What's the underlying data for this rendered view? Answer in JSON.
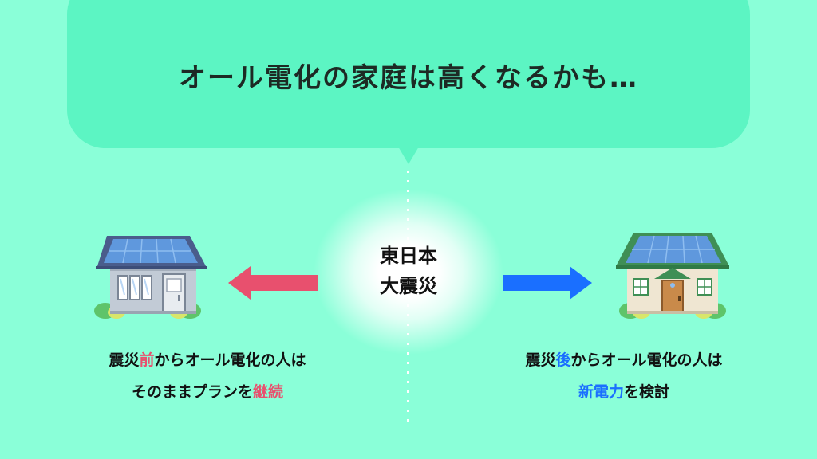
{
  "headline": "オール電化の家庭は高くなるかも…",
  "center": {
    "line1": "東日本",
    "line2": "大震災"
  },
  "left": {
    "line1_a": "震災",
    "line1_hl": "前",
    "line1_b": "からオール電化の人は",
    "line2_a": "そのままプランを",
    "line2_hl": "継続"
  },
  "right": {
    "line1_a": "震災",
    "line1_hl": "後",
    "line1_b": "からオール電化の人は",
    "line2_hl": "新電力",
    "line2_b": "を検討"
  },
  "colors": {
    "background": "#8affd8",
    "bubble": "#5cf5c3",
    "left_arrow": "#e8506e",
    "right_arrow": "#1a6fff",
    "left_highlight": "#e8506e",
    "right_highlight": "#1a6fff"
  },
  "icons": {
    "left_house": "solar-house-gray-icon",
    "right_house": "solar-house-beige-icon",
    "left_arrow": "arrow-left-icon",
    "right_arrow": "arrow-right-icon"
  }
}
